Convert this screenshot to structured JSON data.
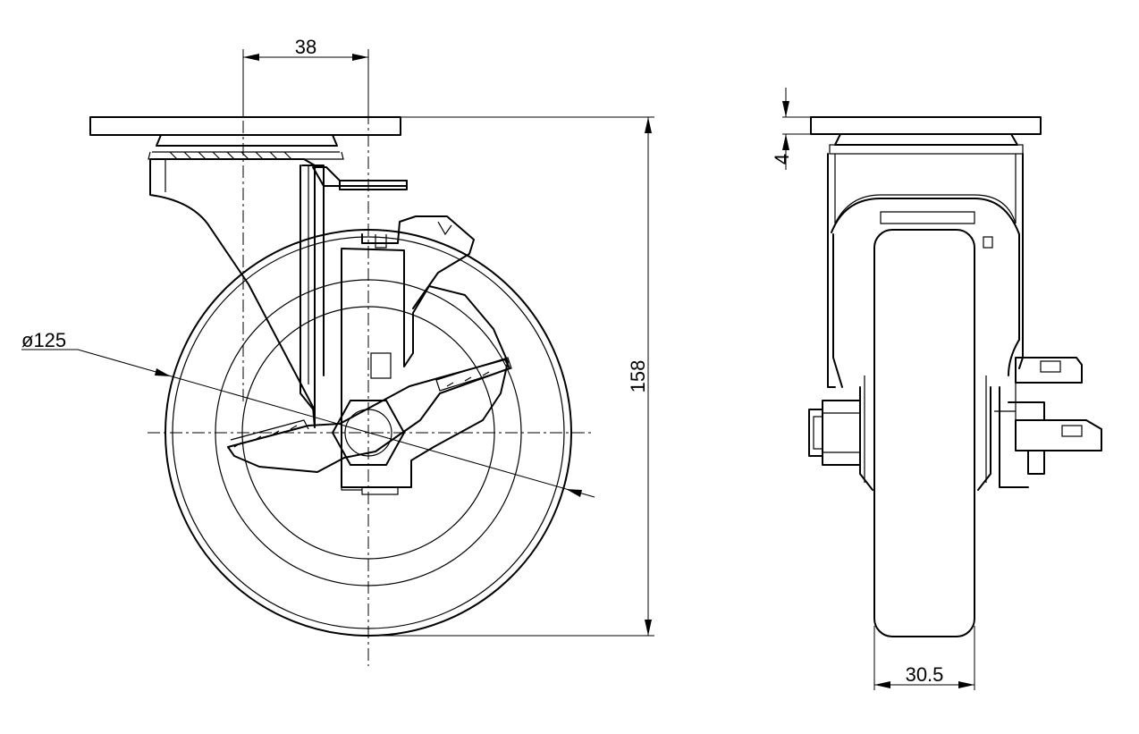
{
  "dimensions": {
    "offset": "38",
    "height": "158",
    "diameter": "ø125",
    "plate_thickness": "4",
    "width": "30.5"
  }
}
